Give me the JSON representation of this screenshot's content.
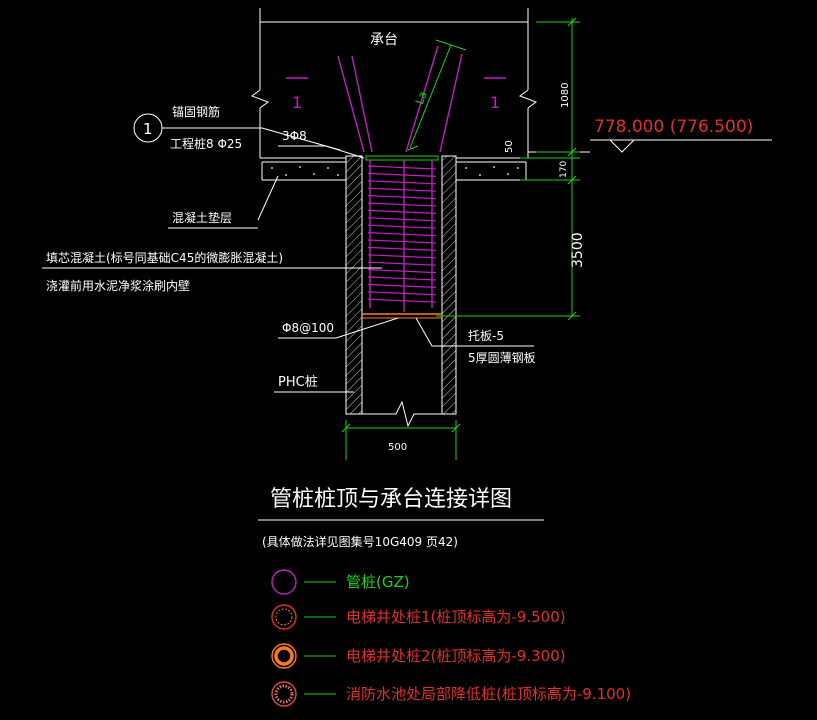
{
  "drawing": {
    "cap_label": "承台",
    "section_marks": [
      "1",
      "1"
    ],
    "detail_bubble": "1",
    "anchor_label": "锚固钢筋",
    "pile_rebar_label": "工程桩8 Φ25",
    "stirrup_label": "3Φ8",
    "cushion_label": "混凝土垫层",
    "fill_label": "填芯混凝土(标号同基础C45的微膨胀混凝土)",
    "wash_label": "浇灌前用水泥净浆涂刷内壁",
    "spiral_label": "Φ8@100",
    "pile_label": "PHC桩",
    "plate_label_1": "托板-5",
    "plate_label_2": "5厚圆薄钢板",
    "anchor_len_label": "La",
    "dim_1080": "1080",
    "dim_50": "50",
    "dim_170": "170",
    "dim_3500": "3500",
    "dim_500": "500",
    "elevation": "778.000  (776.500)"
  },
  "title": {
    "main": "管桩桩顶与承台连接详图",
    "sub": "(具体做法详见图集号10G409 页42)"
  },
  "legend": [
    {
      "label": "管桩(GZ)",
      "color": "#c21ec2",
      "text_color": "#19d419",
      "style": "plain"
    },
    {
      "label": "电梯井处桩1(桩顶标高为-9.500)",
      "color": "#e0302a",
      "text_color": "#e0302a",
      "style": "double"
    },
    {
      "label": "电梯井处桩2(桩顶标高为-9.300)",
      "color": "#ff7a1a",
      "text_color": "#e0302a",
      "style": "thick"
    },
    {
      "label": "消防水池处局部降低桩(桩顶标高为-9.100)",
      "color": "#e04848",
      "text_color": "#e0302a",
      "style": "cross"
    }
  ]
}
